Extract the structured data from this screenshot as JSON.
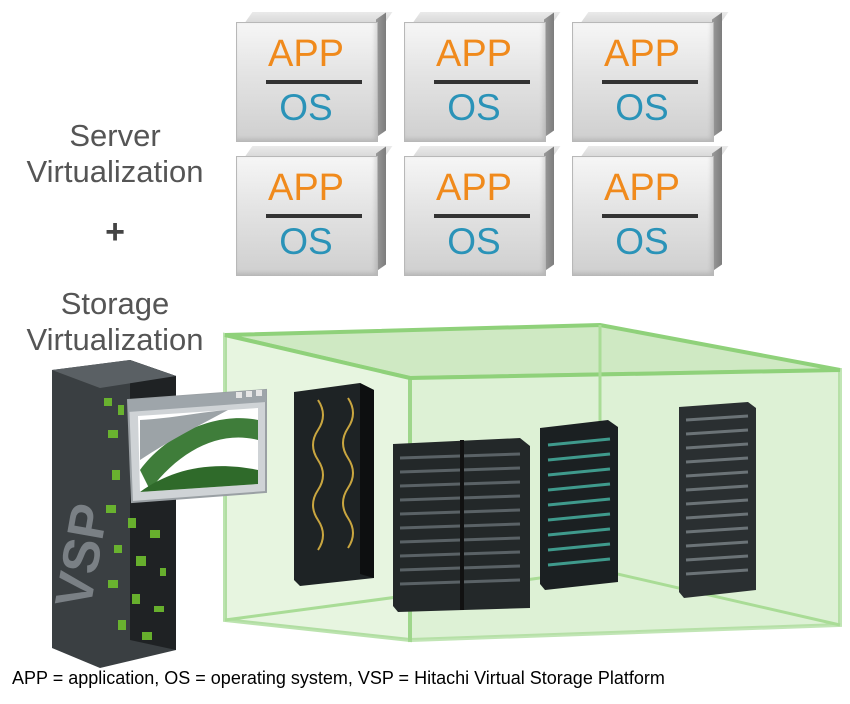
{
  "labels": {
    "server": "Server Virtualization",
    "plus": "+",
    "storage": "Storage Virtualization",
    "vsp": "VSP"
  },
  "vm_boxes": [
    {
      "app": "APP",
      "os": "OS"
    },
    {
      "app": "APP",
      "os": "OS"
    },
    {
      "app": "APP",
      "os": "OS"
    },
    {
      "app": "APP",
      "os": "OS"
    },
    {
      "app": "APP",
      "os": "OS"
    },
    {
      "app": "APP",
      "os": "OS"
    }
  ],
  "caption": "APP = application, OS = operating system, VSP = Hitachi Virtual Storage Platform",
  "colors": {
    "app": "#f08a1c",
    "os": "#2a93b8",
    "cube_glow": "#8fd17a",
    "vsp_green": "#6fbf2e"
  }
}
